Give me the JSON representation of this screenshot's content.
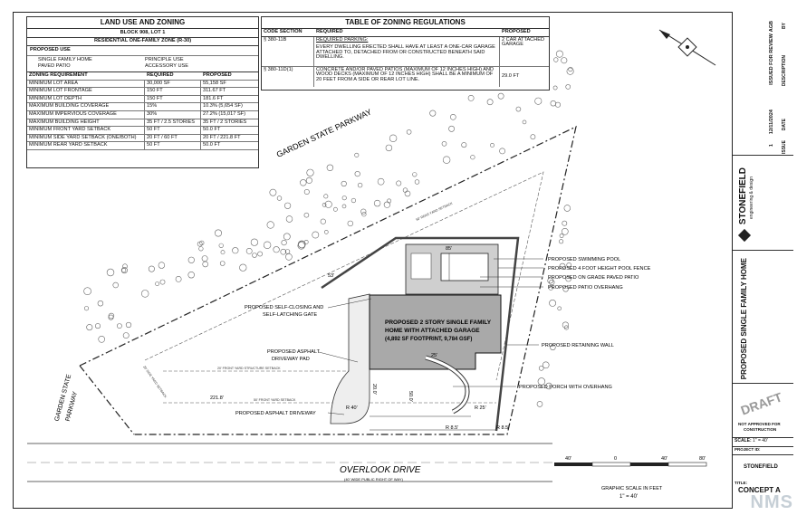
{
  "land_use": {
    "title": "LAND USE AND ZONING",
    "block_lot": "BLOCK 908, LOT 1",
    "zone": "RESIDENTIAL ONE-FAMILY ZONE (R-30)",
    "proposed_use_header": "PROPOSED USE",
    "uses": [
      {
        "name": "SINGLE FAMILY HOME",
        "type": "PRINCIPLE USE"
      },
      {
        "name": "PAVED PATIO",
        "type": "ACCESSORY USE"
      }
    ],
    "columns": [
      "ZONING REQUIREMENT",
      "REQUIRED",
      "PROPOSED"
    ],
    "rows": [
      [
        "MINIMUM LOT AREA",
        "30,000 SF",
        "55,158 SF"
      ],
      [
        "MINIMUM LOT FRONTAGE",
        "150 FT",
        "311.67 FT"
      ],
      [
        "MINIMUM LOT DEPTH",
        "150 FT",
        "181.6 FT"
      ],
      [
        "MAXIMUM BUILDING COVERAGE",
        "15%",
        "10.3% (5,654 SF)"
      ],
      [
        "MAXIMUM IMPERVIOUS COVERAGE",
        "30%",
        "27.2% (15,017 SF)"
      ],
      [
        "MAXIMUM BUILDING HEIGHT",
        "35 FT / 2.5 STORIES",
        "35 FT / 2 STORIES"
      ],
      [
        "MINIMUM FRONT YARD SETBACK",
        "50 FT",
        "50.0 FT"
      ],
      [
        "MINIMUM SIDE YARD SETBACK (ONE/BOTH)",
        "20 FT / 60 FT",
        "20 FT / 221.8 FT"
      ],
      [
        "MINIMUM REAR YARD SETBACK",
        "50 FT",
        "50.0 FT"
      ]
    ]
  },
  "zoning_regs": {
    "title": "TABLE OF ZONING REGULATIONS",
    "columns": [
      "CODE SECTION",
      "REQUIRED",
      "PROPOSED"
    ],
    "rows": [
      {
        "code": "§ 380-11B",
        "heading": "REQUIRED PARKING:",
        "text": "EVERY DWELLING ERECTED SHALL HAVE AT LEAST A ONE-CAR GARAGE ATTACHED TO, DETACHED FROM OR CONSTRUCTED BENEATH SAID DWELLING.",
        "proposed": "2 CAR ATTACHED GARAGE"
      },
      {
        "code": "§ 380-11D(1)",
        "heading": "",
        "text": "CONCRETE AND/OR PAVED PATIOS (MAXIMUM OF 12 INCHES HIGH) AND WOOD DECKS (MAXIMUM OF 12 INCHES HIGH) SHALL BE A MINIMUM OF 20 FEET FROM A SIDE OR REAR LOT LINE.",
        "proposed": "29.0 FT"
      }
    ]
  },
  "plan": {
    "parkway_label": "GARDEN STATE PARKWAY",
    "parkway_label_left_1": "GARDEN STATE",
    "parkway_label_left_2": "PARKWAY",
    "road_label": "OVERLOOK DRIVE",
    "road_sub": "(40' WIDE PUBLIC RIGHT OF WAY)",
    "house_label_1": "PROPOSED 2 STORY SINGLE FAMILY",
    "house_label_2": "HOME WITH ATTACHED GARAGE",
    "house_label_3": "(4,892 SF FOOTPRINT, 9,784 GSF)",
    "callouts_right": [
      "PROPOSED SWIMMING POOL",
      "PROPOSED 4 FOOT HEIGHT POOL FENCE",
      "PROPOSED ON GRADE PAVED PATIO",
      "PROPOSED PATIO OVERHANG",
      "PROPOSED RETAINING WALL",
      "PROPOSED PORCH WITH OVERHANG"
    ],
    "callouts_left": [
      "PROPOSED SELF-CLOSING AND",
      "SELF-LATCHING GATE",
      "PROPOSED ASPHALT",
      "DRIVEWAY PAD",
      "PROPOSED ASPHALT DRIVEWAY"
    ],
    "setbacks": {
      "rear": "50' REAR YARD SETBACK",
      "front": "50' FRONT YARD SETBACK",
      "front_structure": "20' FRONT YARD STRUCTURE SETBACK",
      "side": "20' SIDE YARD SETBACK"
    },
    "dims": [
      "221.8'",
      "R 40'",
      "R 25'",
      "R 8.5'",
      "R 8.5'",
      "53'",
      "85'",
      "50.0'",
      "20.0'",
      "25'"
    ]
  },
  "scale": {
    "ticks": [
      "40'",
      "0",
      "40'",
      "80'"
    ],
    "label": "GRAPHIC SCALE IN FEET",
    "ratio": "1\" = 40'"
  },
  "title_block": {
    "revisions": [
      {
        "no": "1",
        "date": "12/11/2024",
        "desc": "ISSUED FOR REVIEW",
        "by": "AGB"
      }
    ],
    "rev_headers": [
      "ISSUE",
      "DATE",
      "DESCRIPTION",
      "BY"
    ],
    "firm": "STONEFIELD",
    "firm_sub": "engineering & design",
    "project_title": "PROPOSED SINGLE FAMILY HOME",
    "draft": "DRAFT",
    "draft_note_1": "NOT APPROVED FOR",
    "draft_note_2": "CONSTRUCTION",
    "scale_label": "SCALE:",
    "scale_value": "1\" = 40'",
    "project_id_label": "PROJECT ID:",
    "sheet_title_label": "TITLE:",
    "sheet_title": "CONCEPT A"
  },
  "watermark": "NMS"
}
